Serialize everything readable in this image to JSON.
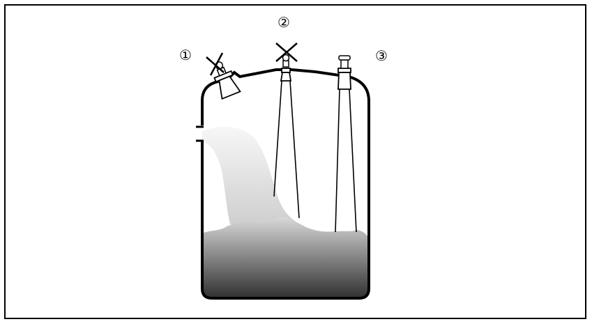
{
  "labels": {
    "mount_1": "①",
    "mount_2": "②",
    "mount_3": "③"
  },
  "colors": {
    "stroke": "#000000",
    "background": "#ffffff",
    "medium_dark": "#2b2b2b",
    "medium_light": "#d9d9d9",
    "stream_light": "#f7f7f7"
  },
  "icons": {
    "mount_1": "cross-mark-icon",
    "mount_2": "cross-mark-icon"
  }
}
